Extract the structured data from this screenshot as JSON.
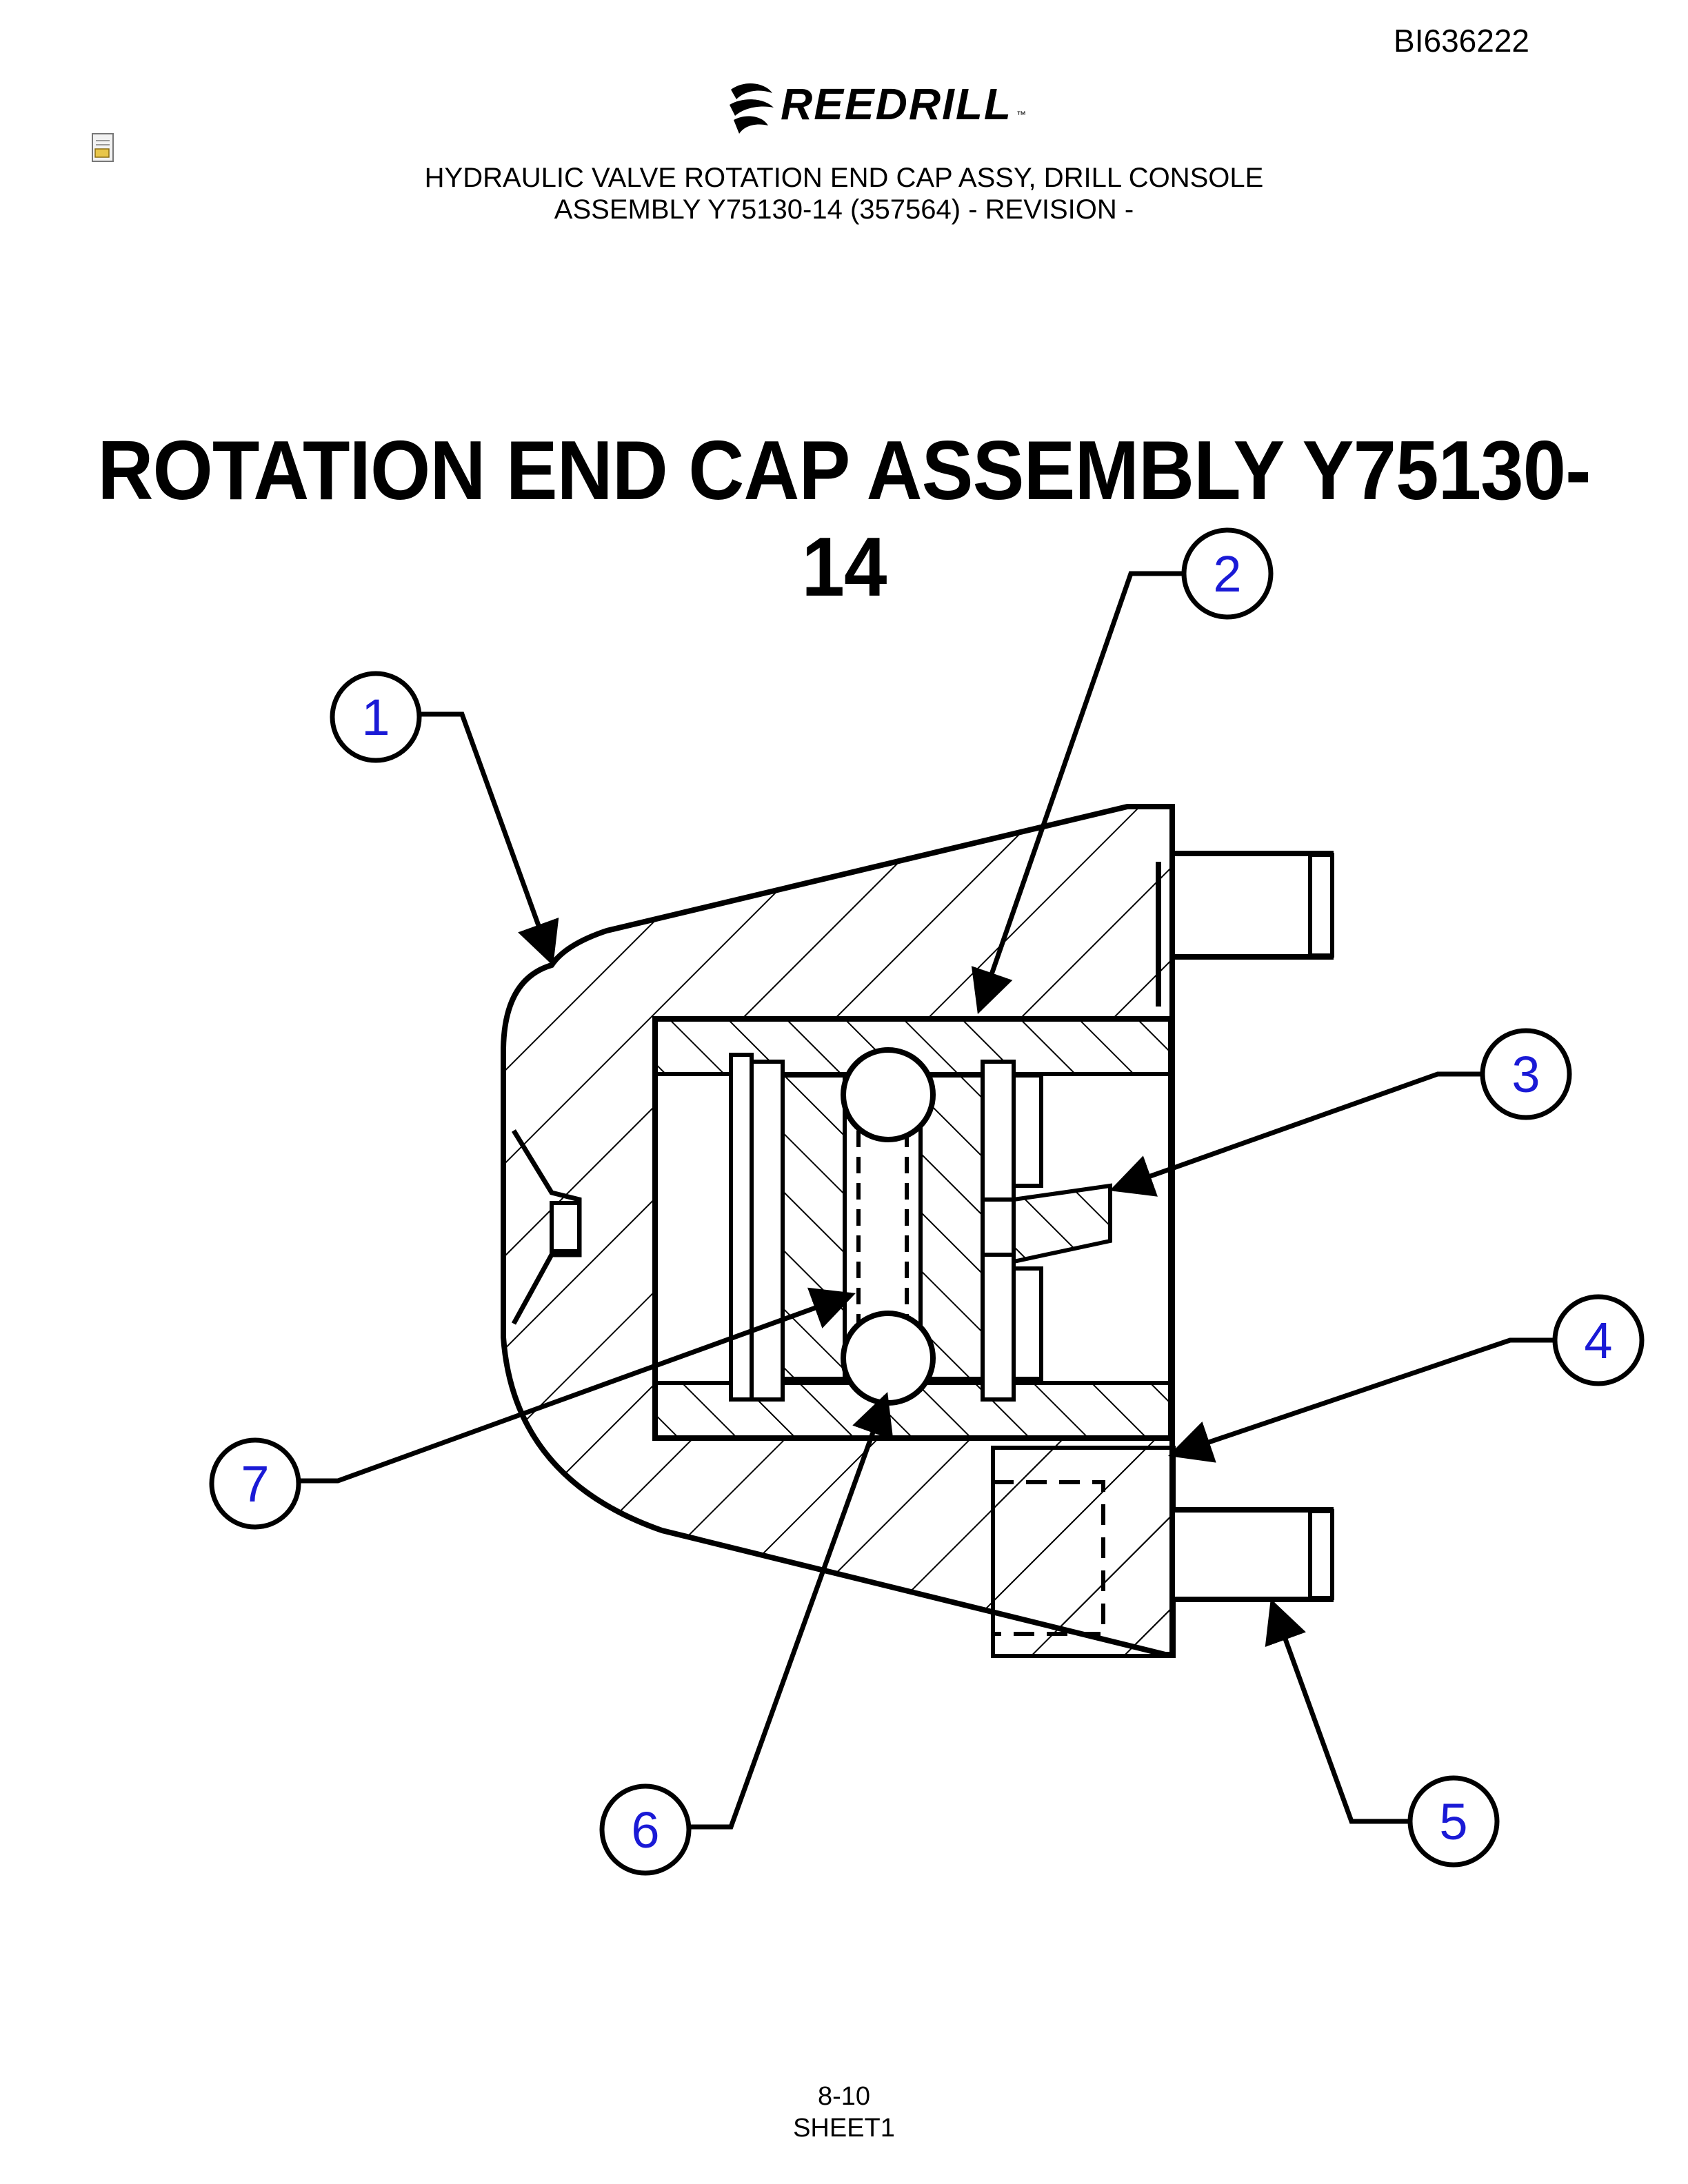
{
  "document_id": "BI636222",
  "brand": {
    "name": "REEDRILL",
    "trademark": "™"
  },
  "header": {
    "line1": "HYDRAULIC VALVE ROTATION END CAP ASSY, DRILL CONSOLE",
    "line2": "ASSEMBLY Y75130-14 (357564) - REVISION -"
  },
  "title": "ROTATION END CAP ASSEMBLY  Y75130-14",
  "callouts": [
    "1",
    "2",
    "3",
    "4",
    "5",
    "6",
    "7"
  ],
  "footer": {
    "page": "8-10",
    "sheet": "SHEET1"
  },
  "colors": {
    "callout_text": "#1a1ad6",
    "line": "#000000"
  },
  "icons": {
    "document": "document-icon",
    "logo": "reedrill-swirl-icon"
  }
}
